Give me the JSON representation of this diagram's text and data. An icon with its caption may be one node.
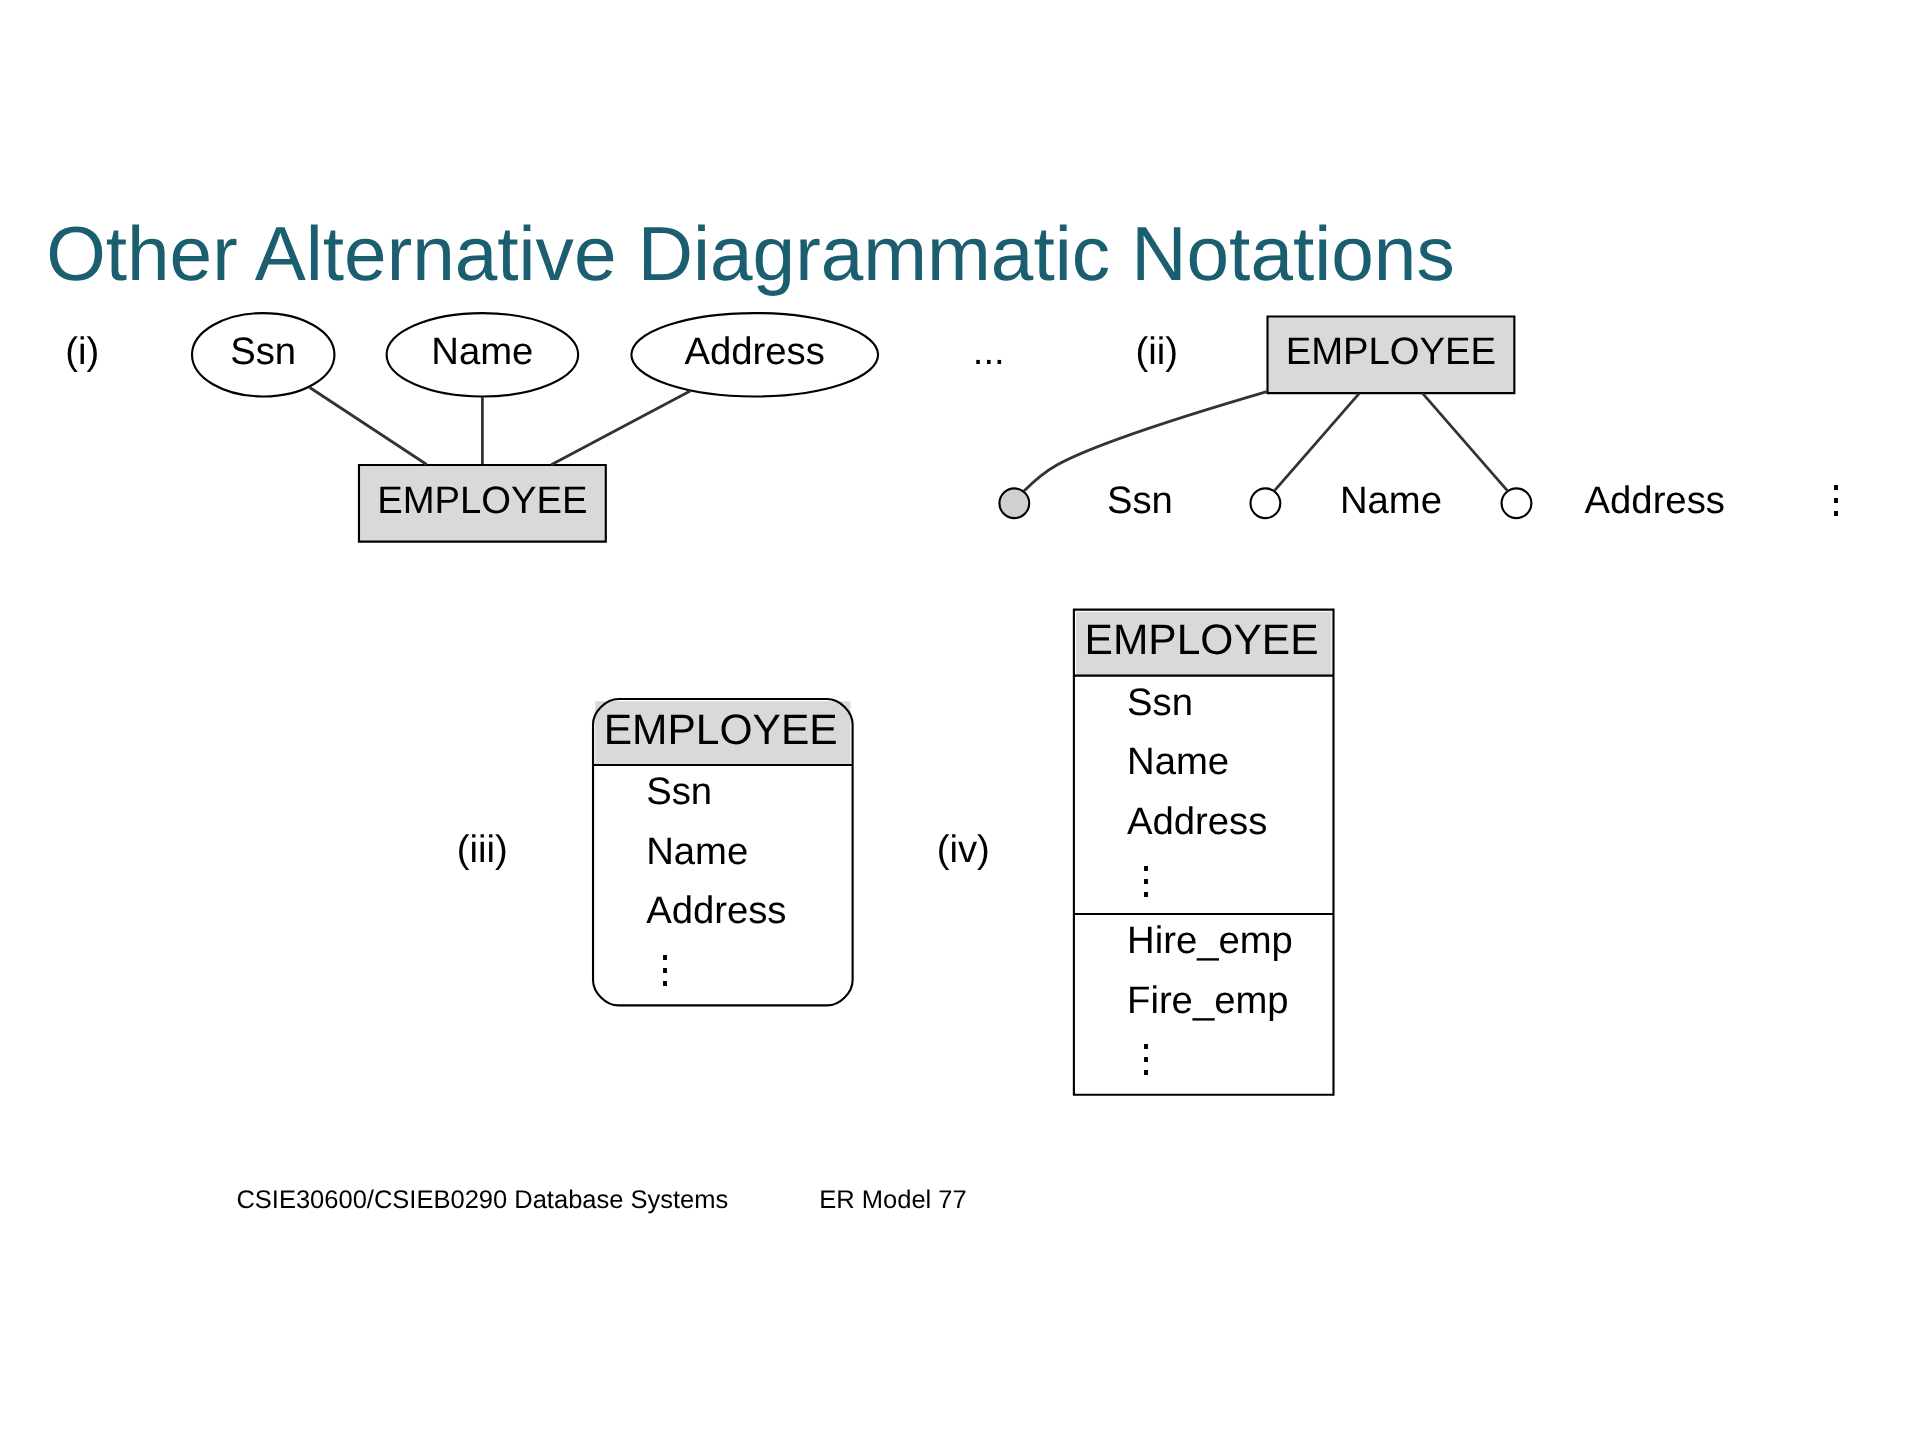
{
  "diagram": {
    "title": "Other Alternative Diagrammatic Notations",
    "nodes": [
      {
        "text": [
          "Ssn"
        ]
      },
      {
        "text": [
          "Name"
        ]
      },
      {
        "text": [
          "Address"
        ]
      },
      {
        "text": [
          "EMPLOYEE"
        ]
      },
      {
        "text": [
          "EMPLOYEE"
        ]
      },
      {
        "text": [],
        "shape": "circle",
        "beside": [
          "Ssn"
        ]
      },
      {
        "text": [],
        "shape": "circle",
        "beside": [
          "Name"
        ]
      },
      {
        "text": [],
        "shape": "circle",
        "beside": [
          "Address"
        ]
      },
      {
        "text": [
          "EMPLOYEE",
          "Ssn",
          "Name",
          "Address",
          "⋮"
        ]
      },
      {
        "text": [
          "EMPLOYEE",
          "Ssn",
          "Name",
          "Address",
          "⋮",
          "Hire_emp",
          "Fire_emp",
          "⋮"
        ]
      }
    ],
    "edges": [
      {
        "from": 0,
        "to": 3,
        "arrow": "none"
      },
      {
        "from": 1,
        "to": 3,
        "arrow": "none"
      },
      {
        "from": 2,
        "to": 3,
        "arrow": "none"
      },
      {
        "from": 4,
        "to": 5,
        "arrow": "none"
      },
      {
        "from": 4,
        "to": 6,
        "arrow": "none"
      },
      {
        "from": 4,
        "to": 7,
        "arrow": "none"
      }
    ],
    "labels": [
      "(i)",
      "...",
      "(ii)",
      "⋮",
      "(iii)",
      "(iv)",
      "CSIE30600/CSIEB0290 Database Systems",
      "ER Model 77"
    ]
  }
}
